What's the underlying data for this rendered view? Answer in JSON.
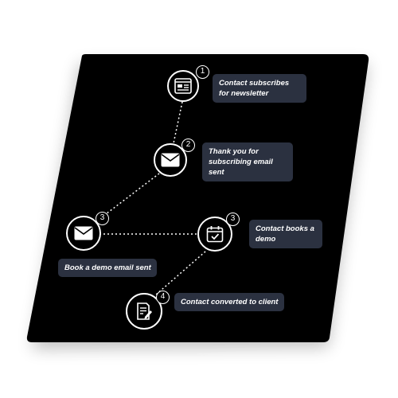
{
  "steps": [
    {
      "number": "1",
      "label": "Contact subscribes for newsletter",
      "icon": "newsletter-browser-icon"
    },
    {
      "number": "2",
      "label": "Thank you for subscribing email sent",
      "icon": "envelope-icon"
    },
    {
      "number": "3",
      "label": "Book a demo email sent",
      "icon": "envelope-icon"
    },
    {
      "number": "3",
      "label": "Contact books a demo",
      "icon": "calendar-check-icon"
    },
    {
      "number": "4",
      "label": "Contact converted to client",
      "icon": "document-pen-icon"
    }
  ],
  "colors": {
    "panel": "#000000",
    "label_bg": "#2b3140",
    "connector": "#ffffff"
  }
}
